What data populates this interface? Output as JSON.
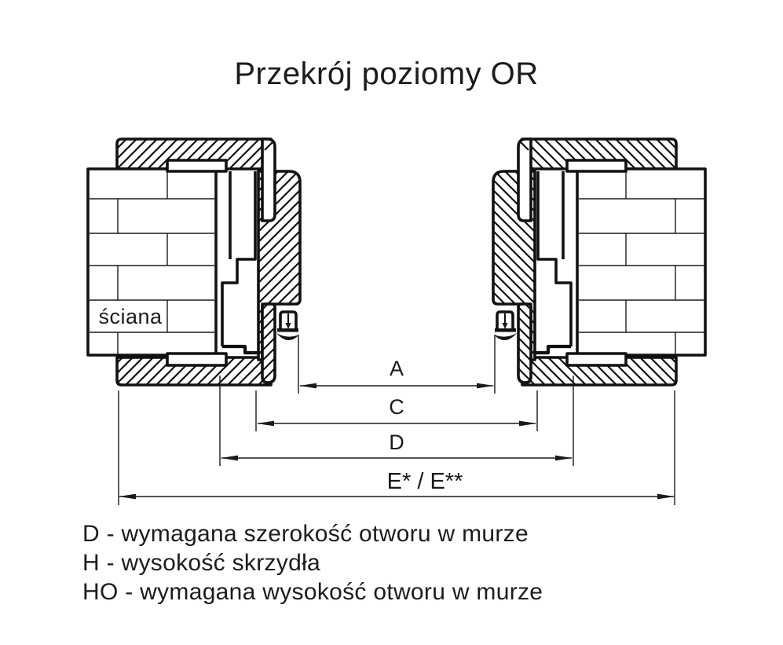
{
  "title": "Przekrój poziomy OR",
  "wall": {
    "label": "ściana"
  },
  "dims": {
    "a": "A",
    "c": "C",
    "d": "D",
    "e": "E* / E**"
  },
  "legend": {
    "line1": "D - wymagana szerokość otworu w murze",
    "line2": "H - wysokość skrzydła",
    "line3": "HO - wymagana wysokość otworu w murze"
  },
  "colors": {
    "line": "#111111",
    "background": "#ffffff"
  }
}
